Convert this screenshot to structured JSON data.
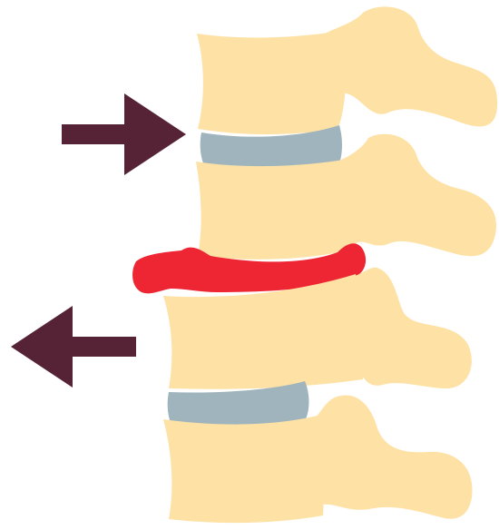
{
  "colors": {
    "bone": "#fde1a5",
    "healthy_disc": "#9fb4bd",
    "herniated_disc": "#ee2533",
    "arrow": "#552236",
    "background": "#ffffff"
  },
  "illustration": {
    "vertebrae_count": 4,
    "healthy_disc_count": 2,
    "herniated_disc_count": 1,
    "arrows": [
      {
        "direction": "right"
      },
      {
        "direction": "left"
      }
    ]
  }
}
